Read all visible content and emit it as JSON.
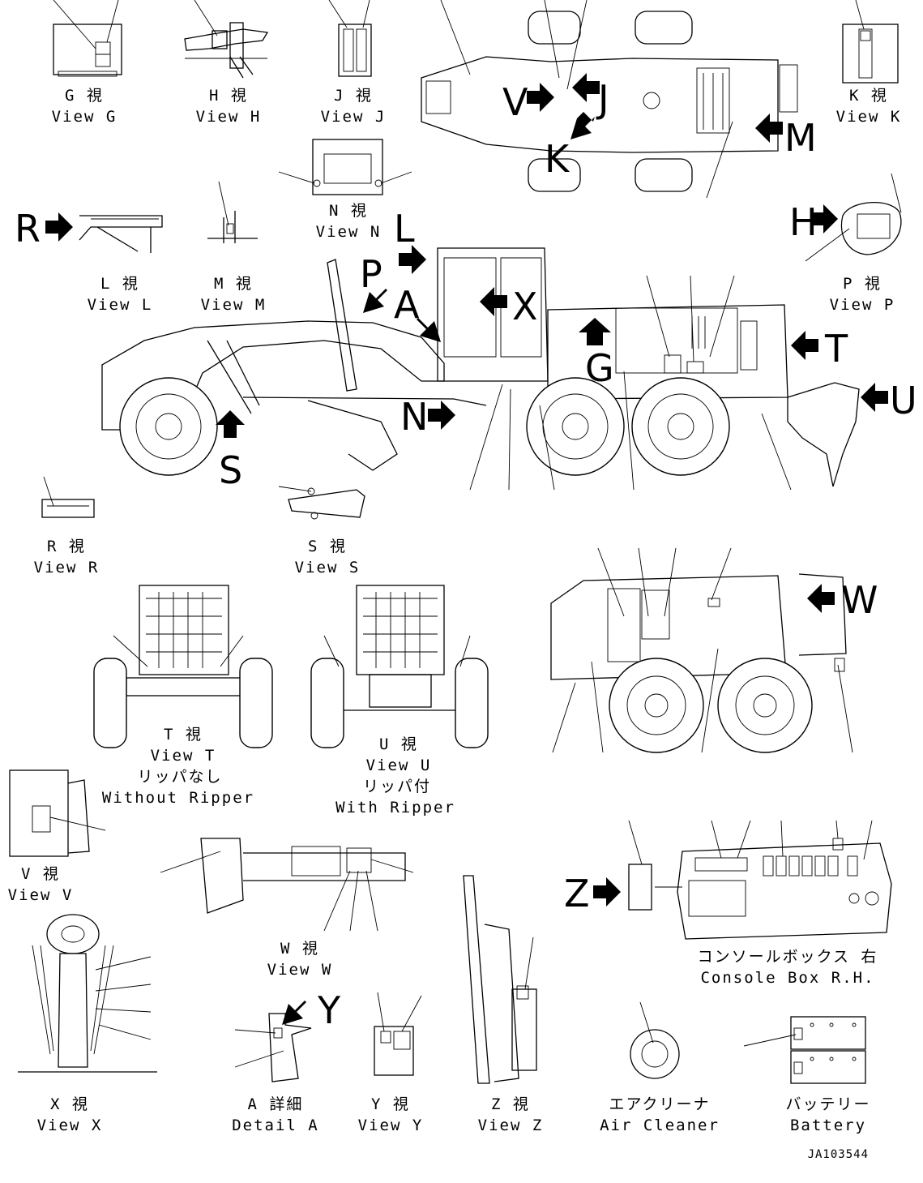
{
  "views": [
    {
      "id": "G",
      "ja": "G 視",
      "en": "View G"
    },
    {
      "id": "H",
      "ja": "H 視",
      "en": "View H"
    },
    {
      "id": "J",
      "ja": "J 視",
      "en": "View J"
    },
    {
      "id": "K",
      "ja": "K 視",
      "en": "View K"
    },
    {
      "id": "N",
      "ja": "N 視",
      "en": "View N"
    },
    {
      "id": "L",
      "ja": "L 視",
      "en": "View L"
    },
    {
      "id": "M",
      "ja": "M 視",
      "en": "View M"
    },
    {
      "id": "P",
      "ja": "P 視",
      "en": "View P"
    },
    {
      "id": "R",
      "ja": "R 視",
      "en": "View R"
    },
    {
      "id": "S",
      "ja": "S 視",
      "en": "View S"
    },
    {
      "id": "T",
      "ja": "T 視",
      "en": "View T",
      "ja2": "リッパなし",
      "en2": "Without Ripper"
    },
    {
      "id": "U",
      "ja": "U 視",
      "en": "View U",
      "ja2": "リッパ付",
      "en2": "With Ripper"
    },
    {
      "id": "V",
      "ja": "V 視",
      "en": "View V"
    },
    {
      "id": "W",
      "ja": "W 視",
      "en": "View W"
    },
    {
      "id": "X",
      "ja": "X 視",
      "en": "View X"
    },
    {
      "id": "A",
      "ja": "A 詳細",
      "en": "Detail A"
    },
    {
      "id": "Y",
      "ja": "Y 視",
      "en": "View Y"
    },
    {
      "id": "Z",
      "ja": "Z 視",
      "en": "View Z"
    },
    {
      "id": "AC",
      "ja": "エアクリーナ",
      "en": "Air Cleaner"
    },
    {
      "id": "BT",
      "ja": "バッテリー",
      "en": "Battery"
    },
    {
      "id": "CB",
      "ja": "コンソールボックス 右",
      "en": "Console Box R.H."
    }
  ],
  "arrow_letters": [
    "R",
    "L",
    "P",
    "A",
    "X",
    "G",
    "T",
    "N",
    "S",
    "U",
    "H",
    "M",
    "V",
    "J",
    "K",
    "W",
    "Y",
    "Z"
  ],
  "drawing_code": "JA103544"
}
